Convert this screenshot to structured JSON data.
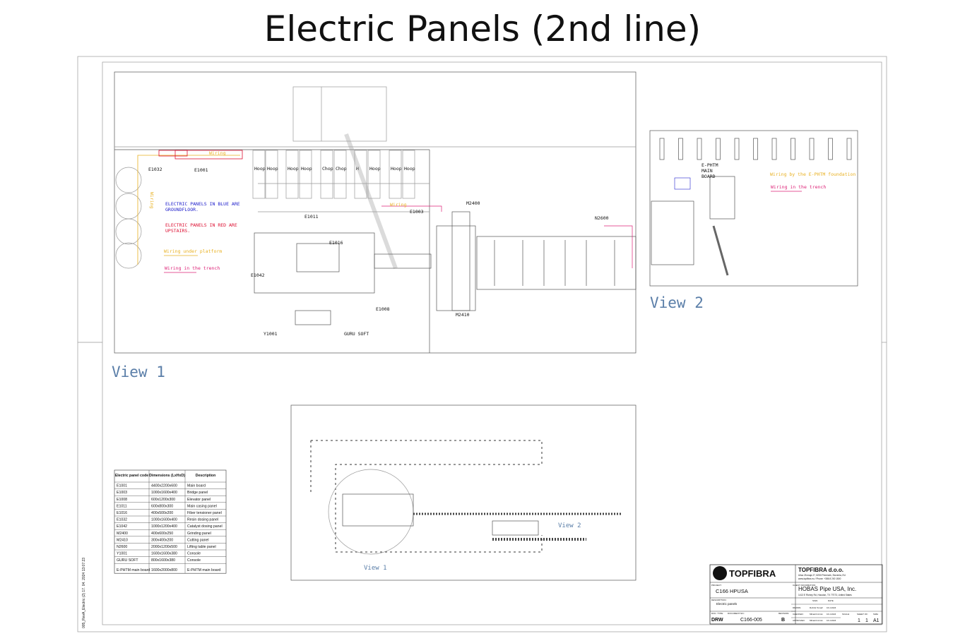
{
  "title": "Electric Panels (2nd line)",
  "side_text": "005_RevA_Electric (2) 17. 04. 2024 13:07:23",
  "view1": {
    "caption": "View 1",
    "labels": {
      "e1032": "E1032",
      "e1001": "E1001",
      "e1011": "E1011",
      "e1016": "E1016",
      "e1042": "E1042",
      "e1003": "E1003",
      "e1008": "E1008",
      "m2400": "M2400",
      "m2410": "M2410",
      "n2600": "N2600",
      "y1001": "Y1001",
      "guru": "GURU SOFT"
    },
    "hoppers": [
      "Hoop",
      "Hoop",
      "Hoop",
      "Hoop",
      "Chop",
      "Chop",
      "H",
      "Hoop",
      "Hoop",
      "Hoop"
    ],
    "wiring": "Wiring",
    "wiring_vertical": "Wiring",
    "note_blue_1": "ELECTRIC PANELS IN BLUE ARE",
    "note_blue_2": "GROUNDFLOOR.",
    "note_red_1": "ELECTRIC PANELS IN RED ARE",
    "note_red_2": "UPSTAIRS.",
    "legend_platform": "Wiring under platform",
    "legend_trench": "Wiring in the trench"
  },
  "view2": {
    "caption": "View 2",
    "board_label_1": "E-PHTM",
    "board_label_2": "MAIN",
    "board_label_3": "BOARD",
    "tag": "E-PHTM MAIN BOARD",
    "legend_foundation": "Wiring by the E-PHTM foundation",
    "legend_trench": "Wiring in the trench"
  },
  "overview": {
    "view1": "View 1",
    "view2": "View 2"
  },
  "colors": {
    "blue_panel": "#2222cc",
    "red_panel": "#dd1133",
    "wiring_platform": "#e8b020",
    "wiring_trench": "#dd2277",
    "view_caption": "#5a7ea8"
  },
  "table": {
    "headers": [
      "Electric panel code",
      "Dimensions (LxHxD)",
      "Description"
    ],
    "rows": [
      [
        "E1001",
        "4400x2200x600",
        "Main board"
      ],
      [
        "E1003",
        "1000x1600x400",
        "Bridge panel"
      ],
      [
        "E1008",
        "600x1200x300",
        "Elevator panel"
      ],
      [
        "E1011",
        "600x800x300",
        "Main casing panel"
      ],
      [
        "E1016",
        "400x500x200",
        "Fiber tensioner panel"
      ],
      [
        "E1032",
        "1000x1600x400",
        "Resin dosing panel"
      ],
      [
        "E1042",
        "1000x1200x400",
        "Catalyst dosing panel"
      ],
      [
        "M2400",
        "400x600x250",
        "Grinding panel"
      ],
      [
        "M2410",
        "300x400x200",
        "Cutting panel"
      ],
      [
        "N2600",
        "2000x1200x500",
        "Lifting table panel"
      ],
      [
        "Y1001",
        "1600x1600x380",
        "Console"
      ],
      [
        "GURU SOFT",
        "800x1600x380",
        "Console"
      ],
      [
        "E-PHTM main board",
        "1600x2000x800",
        "E-PHTM main board"
      ]
    ]
  },
  "titleblock": {
    "company": "TOPFIBRA d.o.o.",
    "logo": "TOPFIBRA",
    "company_addr": "Ulica 25.maja 27, 8250 Premicek, Slovenia, EU",
    "company_web": "www.topfibra.eu / Phone: +386 8 200 1500",
    "project_label": "PROJECT:",
    "project": "C166 HPUSA",
    "client_label": "CLIENT INFORMATION:",
    "client": "HOBAS Pipe USA, Inc.",
    "client_addr": "1413 E Richey Rd, Houston, TX 77073, United States",
    "desc_label": "DESCRIPTION:",
    "description": "Electric panels",
    "sign_label": "SIGN",
    "date_label": "DATE",
    "drawn_label": "DRAWN:",
    "drawn_by": "Rožnik Tomaž",
    "drawn_date": "16.4.2024",
    "checked_label": "CHECKED:",
    "checked_by": "Mlinarič Armin",
    "checked_date": "16.4.2024",
    "approved_label": "APPROVED:",
    "approved_by": "Mlinarič Armin",
    "approved_date": "16.4.2024",
    "doctype_label": "DOC. TYPE:",
    "doctype": "DRW",
    "docno_label": "DOCUMENT NO.:",
    "docno": "C166-005",
    "rev_label": "REVISION:",
    "rev": "B",
    "scale_label": "SCALE:",
    "sheet_label": "SHEET OF:",
    "sheet": "1",
    "of": "1",
    "size_label": "SIZE:",
    "size": "A1"
  }
}
